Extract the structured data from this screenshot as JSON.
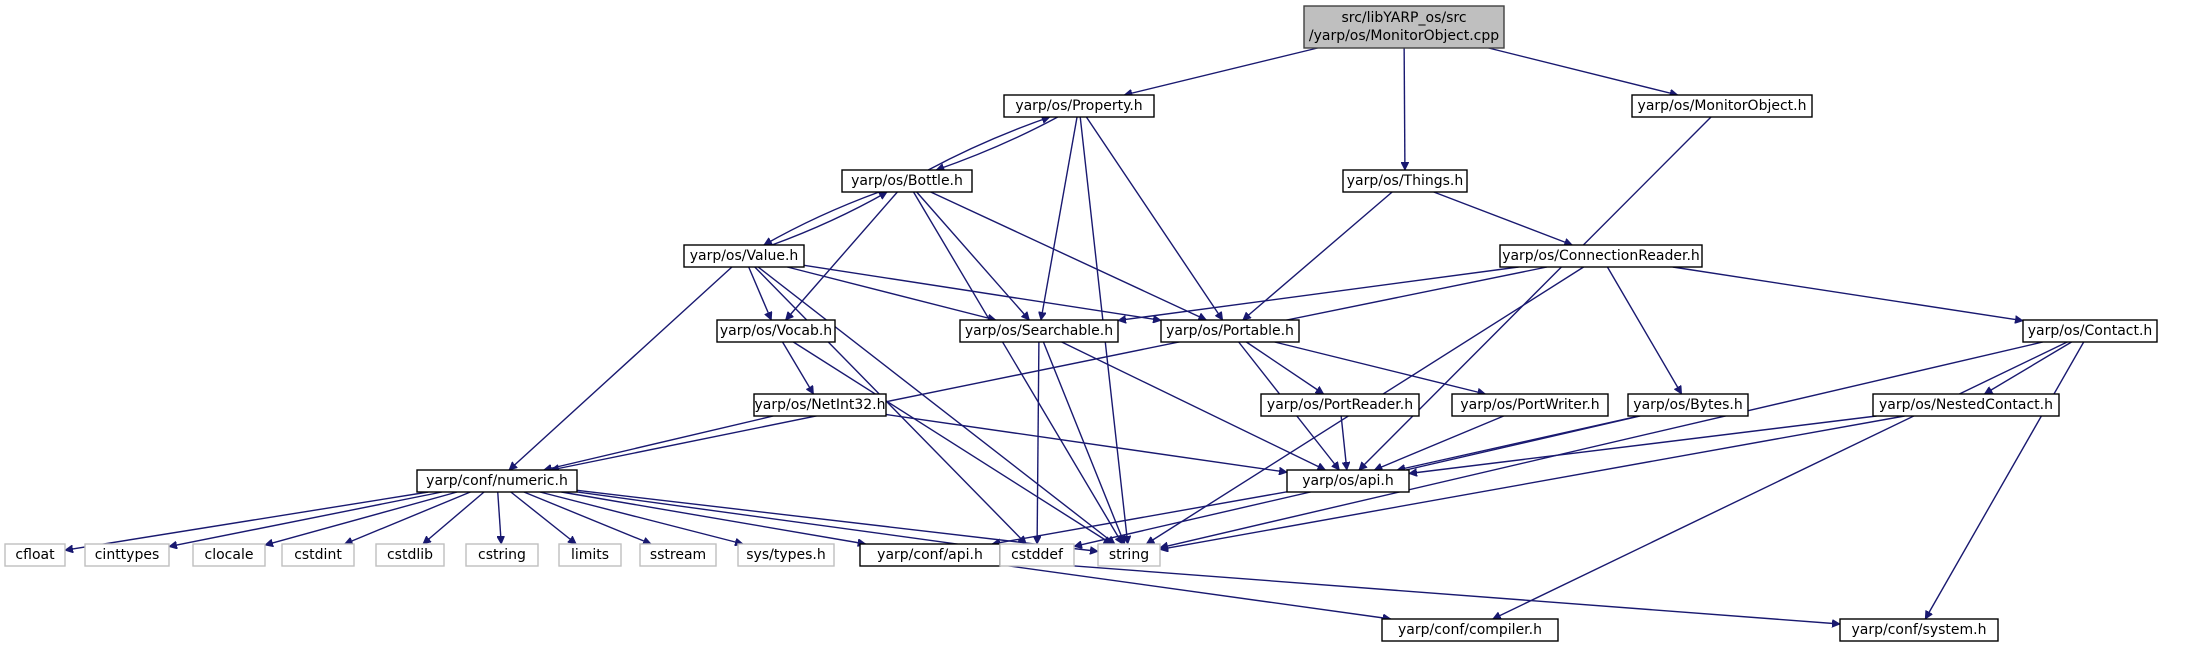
{
  "graph": {
    "title": "src/libYARP_os/src/yarp/os/MonitorObject.cpp",
    "root_label_lines": [
      "src/libYARP_os/src",
      "/yarp/os/MonitorObject.cpp"
    ],
    "nodes": {
      "property": "yarp/os/Property.h",
      "monitorobject_h": "yarp/os/MonitorObject.h",
      "bottle": "yarp/os/Bottle.h",
      "things": "yarp/os/Things.h",
      "value": "yarp/os/Value.h",
      "connectionreader": "yarp/os/ConnectionReader.h",
      "vocab": "yarp/os/Vocab.h",
      "searchable": "yarp/os/Searchable.h",
      "portable": "yarp/os/Portable.h",
      "contact": "yarp/os/Contact.h",
      "netint32": "yarp/os/NetInt32.h",
      "portreader": "yarp/os/PortReader.h",
      "portwriter": "yarp/os/PortWriter.h",
      "bytes": "yarp/os/Bytes.h",
      "nestedcontact": "yarp/os/NestedContact.h",
      "numeric": "yarp/conf/numeric.h",
      "os_api": "yarp/os/api.h",
      "cfloat": "cfloat",
      "cinttypes": "cinttypes",
      "clocale": "clocale",
      "cstdint": "cstdint",
      "cstdlib": "cstdlib",
      "cstring": "cstring",
      "limits": "limits",
      "sstream": "sstream",
      "systypes": "sys/types.h",
      "conf_api": "yarp/conf/api.h",
      "cstddef": "cstddef",
      "string": "string",
      "compiler": "yarp/conf/compiler.h",
      "system": "yarp/conf/system.h"
    },
    "system_headers": [
      "cfloat",
      "cinttypes",
      "clocale",
      "cstdint",
      "cstdlib",
      "cstring",
      "limits",
      "sstream",
      "systypes",
      "cstddef",
      "string"
    ],
    "edges": [
      [
        "root",
        "property"
      ],
      [
        "root",
        "things"
      ],
      [
        "root",
        "monitorobject_h"
      ],
      [
        "property",
        "bottle"
      ],
      [
        "property",
        "searchable"
      ],
      [
        "property",
        "portable"
      ],
      [
        "property",
        "string"
      ],
      [
        "bottle",
        "property"
      ],
      [
        "bottle",
        "value"
      ],
      [
        "bottle",
        "vocab"
      ],
      [
        "bottle",
        "searchable"
      ],
      [
        "bottle",
        "portable"
      ],
      [
        "bottle",
        "string"
      ],
      [
        "value",
        "bottle"
      ],
      [
        "value",
        "vocab"
      ],
      [
        "value",
        "searchable"
      ],
      [
        "value",
        "portable"
      ],
      [
        "value",
        "numeric"
      ],
      [
        "value",
        "cstddef"
      ],
      [
        "value",
        "string"
      ],
      [
        "things",
        "connectionreader"
      ],
      [
        "things",
        "portable"
      ],
      [
        "connectionreader",
        "searchable"
      ],
      [
        "connectionreader",
        "numeric"
      ],
      [
        "connectionreader",
        "bytes"
      ],
      [
        "connectionreader",
        "contact"
      ],
      [
        "connectionreader",
        "string"
      ],
      [
        "monitorobject_h",
        "os_api"
      ],
      [
        "vocab",
        "netint32"
      ],
      [
        "vocab",
        "string"
      ],
      [
        "netint32",
        "numeric"
      ],
      [
        "netint32",
        "os_api"
      ],
      [
        "searchable",
        "os_api"
      ],
      [
        "searchable",
        "cstddef"
      ],
      [
        "searchable",
        "string"
      ],
      [
        "portable",
        "os_api"
      ],
      [
        "portable",
        "portreader"
      ],
      [
        "portable",
        "portwriter"
      ],
      [
        "portreader",
        "os_api"
      ],
      [
        "portwriter",
        "os_api"
      ],
      [
        "bytes",
        "os_api"
      ],
      [
        "bytes",
        "cstddef"
      ],
      [
        "contact",
        "nestedcontact"
      ],
      [
        "contact",
        "string"
      ],
      [
        "contact",
        "compiler"
      ],
      [
        "contact",
        "system"
      ],
      [
        "nestedcontact",
        "os_api"
      ],
      [
        "nestedcontact",
        "string"
      ],
      [
        "os_api",
        "conf_api"
      ],
      [
        "numeric",
        "cfloat"
      ],
      [
        "numeric",
        "cinttypes"
      ],
      [
        "numeric",
        "clocale"
      ],
      [
        "numeric",
        "cstdint"
      ],
      [
        "numeric",
        "cstdlib"
      ],
      [
        "numeric",
        "cstring"
      ],
      [
        "numeric",
        "limits"
      ],
      [
        "numeric",
        "sstream"
      ],
      [
        "numeric",
        "systypes"
      ],
      [
        "numeric",
        "conf_api"
      ],
      [
        "numeric",
        "cstddef"
      ],
      [
        "numeric",
        "string"
      ],
      [
        "conf_api",
        "compiler"
      ],
      [
        "conf_api",
        "system"
      ]
    ]
  }
}
